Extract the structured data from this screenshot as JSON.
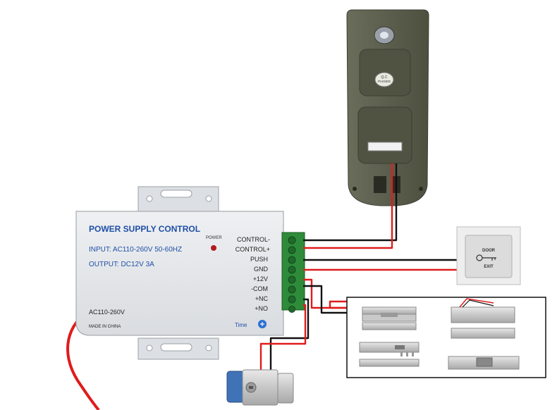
{
  "psu": {
    "title": "POWER SUPPLY CONTROL",
    "input": "INPUT: AC110-260V 50-60HZ",
    "output": "OUTPUT:  DC12V  3A",
    "power_label": "POWER",
    "ac_label": "AC110-260V",
    "made_in": "MADE IN CHINA",
    "time_label": "Time",
    "terminals": [
      "CONTROL-",
      "CONTROL+",
      "PUSH",
      "GND",
      "+12V",
      "-COM",
      "+NC",
      "+NO"
    ]
  },
  "exit_button": {
    "line1": "DOOR",
    "line2": "EXIT"
  },
  "door_station": {
    "qc_line1": "Q.C",
    "qc_line2": "PASSED"
  },
  "colors": {
    "wire_red": "#e01b1b",
    "wire_black": "#111111",
    "terminal_green": "#2e8b3a",
    "psu_body": "#e7e9ec",
    "panel_olive": "#5a5d4c"
  }
}
